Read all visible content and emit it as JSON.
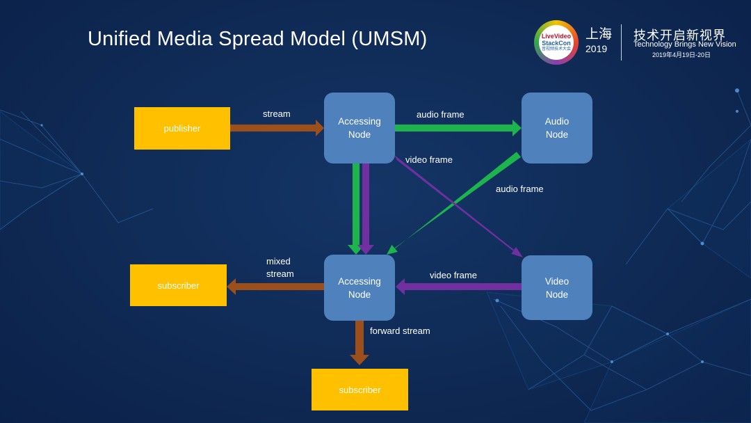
{
  "slide": {
    "title": "Unified Media Spread Model (UMSM)"
  },
  "branding": {
    "logo_line1": "LiveVideo",
    "logo_line2": "StackCon",
    "logo_line3": "音视频技术大会",
    "city": "上海",
    "year": "2019",
    "slogan_cn": "技术开启新视界",
    "slogan_en": "Technology Brings New Vision",
    "date": "2019年4月19日-20日"
  },
  "diagram": {
    "publisher": "publisher",
    "accessing_node_top": [
      "Accessing",
      "Node"
    ],
    "accessing_node_bottom": [
      "Accessing",
      "Node"
    ],
    "audio_node": [
      "Audio",
      "Node"
    ],
    "video_node": [
      "Video",
      "Node"
    ],
    "subscriber_left": "subscriber",
    "subscriber_bottom": "subscriber",
    "edges": {
      "stream": "stream",
      "audio_frame_top": "audio frame",
      "video_frame_top": "video frame",
      "audio_frame_diag": "audio frame",
      "video_frame_bottom": "video frame",
      "mixed_stream": [
        "mixed",
        "stream"
      ],
      "forward_stream": "forward stream"
    },
    "colors": {
      "stream_arrow": "#9c4f1a",
      "audio_arrow": "#1db34d",
      "video_arrow": "#7030a0",
      "node_fill": "#4f81bd",
      "box_fill": "#ffc000"
    }
  }
}
